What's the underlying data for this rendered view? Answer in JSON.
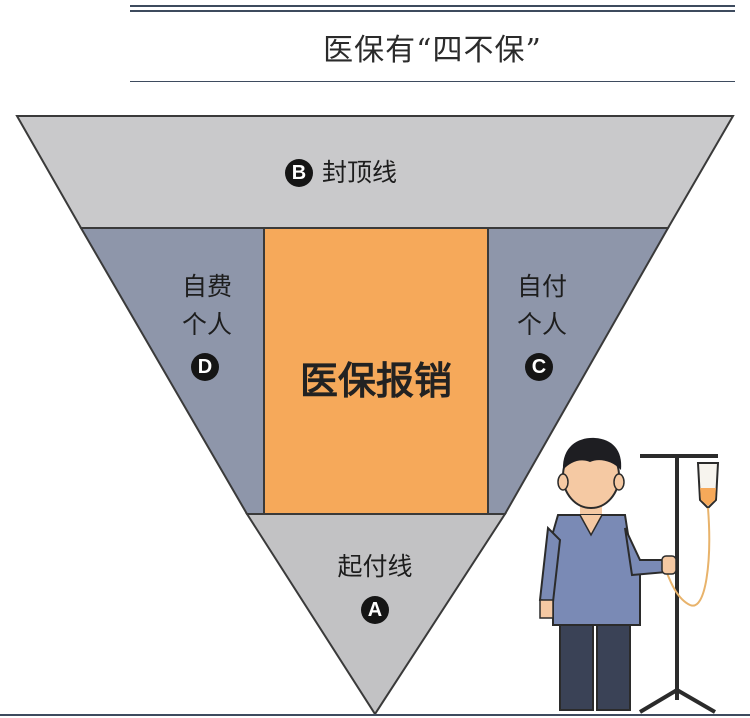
{
  "title": "医保有“四不保”",
  "diagram": {
    "top_band": {
      "badge": "B",
      "label": "封顶线"
    },
    "left_band": {
      "line1": "自费",
      "line2": "个人",
      "badge": "D"
    },
    "right_band": {
      "line1": "自付",
      "line2": "个人",
      "badge": "C"
    },
    "center": {
      "label": "医保报销"
    },
    "bottom": {
      "label": "起付线",
      "badge": "A"
    }
  },
  "colors": {
    "top_band": "#c9c9cb",
    "side_bands": "#8e96aa",
    "center": "#f6a95a",
    "bottom": "#c2c2c4",
    "outline": "#3a3a3a"
  }
}
